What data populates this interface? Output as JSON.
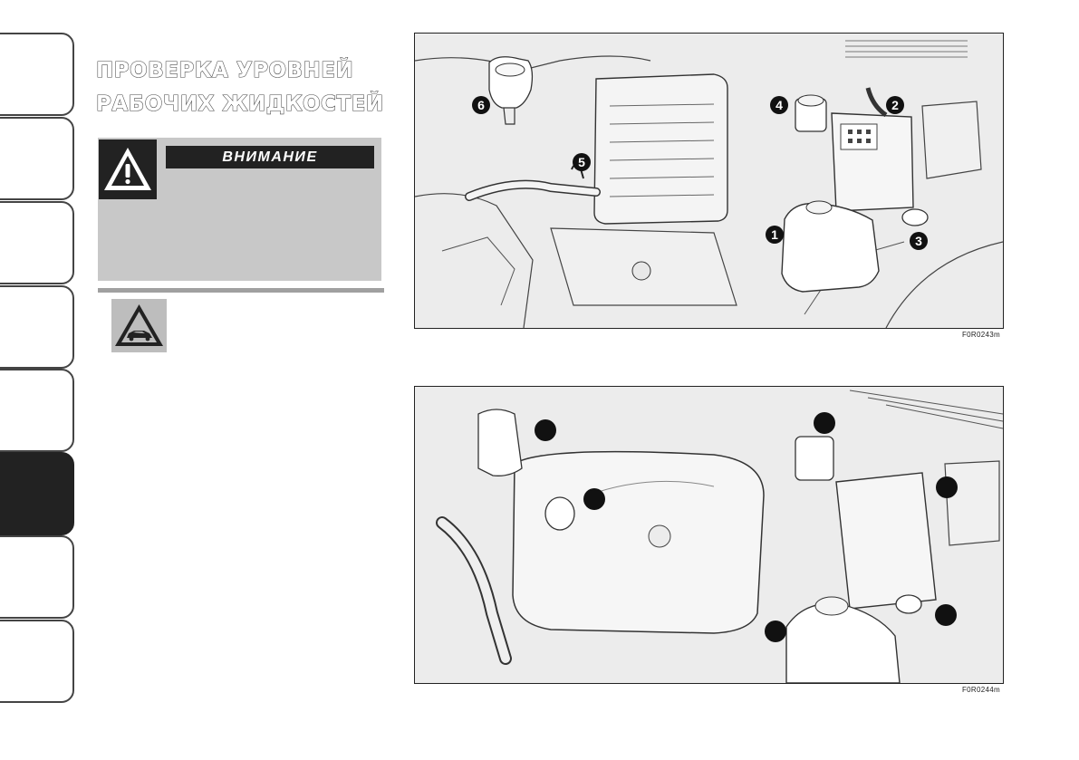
{
  "section_tabs": {
    "count": 8,
    "active_index": 5
  },
  "page": {
    "title_line1": "ПРОВЕРКА УРОВНЕЙ",
    "title_line2": "РАБОЧИХ ЖИДКОСТЕЙ"
  },
  "warning": {
    "header": "ВНИМАНИЕ",
    "icon": "warning-triangle-icon"
  },
  "environment_note": {
    "icon": "car-environment-icon"
  },
  "figure1": {
    "code": "F0R0243m",
    "callouts": [
      "1",
      "2",
      "3",
      "4",
      "5",
      "6"
    ]
  },
  "figure2": {
    "code": "F0R0244m"
  },
  "colors": {
    "box_gray": "#c8c8c8",
    "header_dark": "#222222",
    "figure_bg": "#ececec",
    "active_tab": "#222222"
  }
}
